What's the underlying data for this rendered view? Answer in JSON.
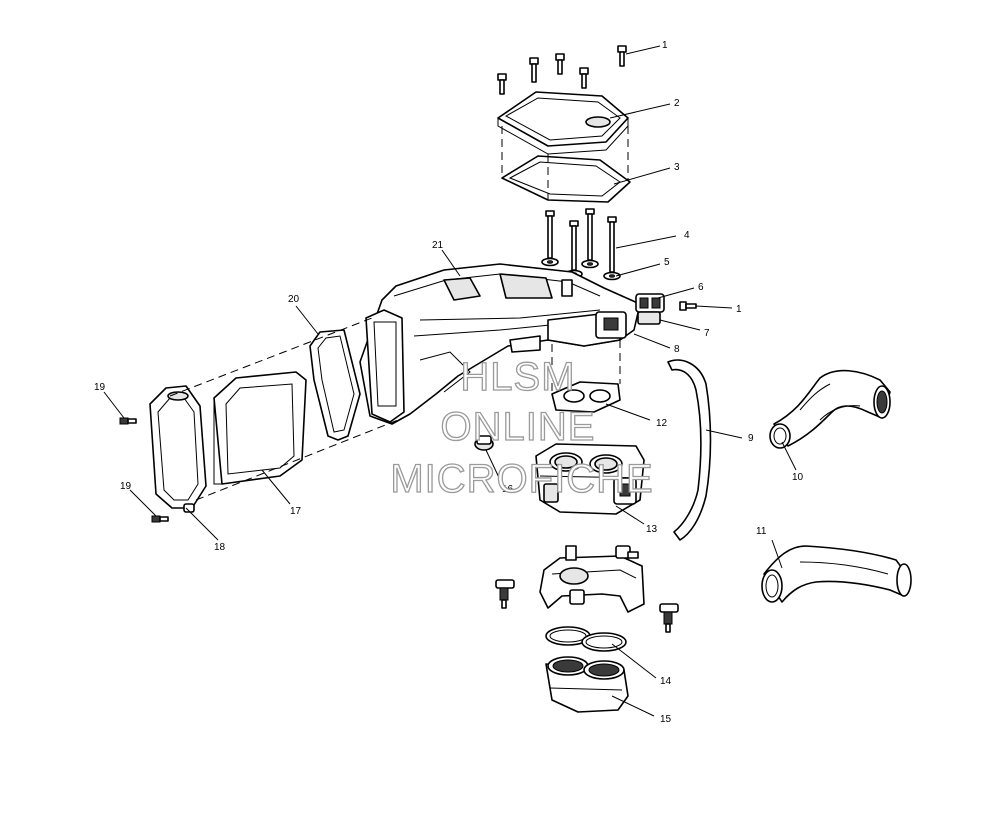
{
  "watermark": {
    "line1": "HLSM",
    "line2": "ONLINE",
    "line3": "MICROFICHE"
  },
  "callouts": [
    "1",
    "2",
    "3",
    "4",
    "5",
    "6",
    "1",
    "7",
    "8",
    "9",
    "10",
    "11",
    "12",
    "13",
    "14",
    "15",
    "16",
    "17",
    "18",
    "19",
    "19",
    "20",
    "21"
  ],
  "colors": {
    "line": "#000000",
    "background": "#ffffff",
    "watermark_outline": "#9a9a9a"
  }
}
